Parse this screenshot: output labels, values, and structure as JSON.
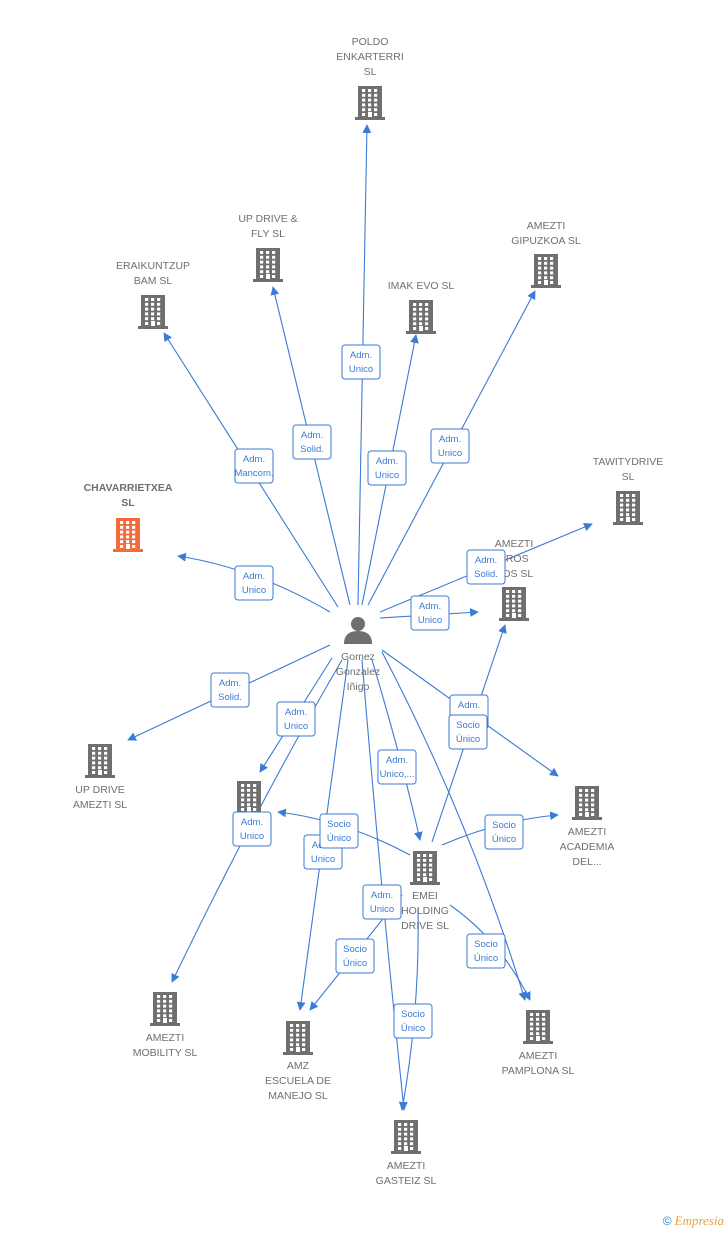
{
  "colors": {
    "edge": "#3a7bd5",
    "building": "#6f6f6f",
    "building_highlight": "#f26b3a",
    "person": "#6f6f6f"
  },
  "center": {
    "label": [
      "Gomez",
      "Gonzalez",
      "Iñigo"
    ],
    "icon": "person-icon"
  },
  "nodes": [
    {
      "id": "poldo",
      "label": [
        "POLDO",
        "ENKARTERRI",
        "SL"
      ]
    },
    {
      "id": "updrivefly",
      "label": [
        "UP DRIVE &",
        "FLY  SL"
      ]
    },
    {
      "id": "eraikuntzup",
      "label": [
        "ERAIKUNTZUP",
        "BAM  SL"
      ]
    },
    {
      "id": "imakevo",
      "label": [
        "IMAK EVO  SL"
      ]
    },
    {
      "id": "ameztigip",
      "label": [
        "AMEZTI",
        "GIPUZKOA  SL"
      ]
    },
    {
      "id": "tawity",
      "label": [
        "TAWITYDRIVE",
        "SL"
      ]
    },
    {
      "id": "chavarrietxea",
      "label": [
        "CHAVARRIETXEA",
        "SL"
      ],
      "highlight": true
    },
    {
      "id": "ameztitros",
      "label": [
        "AMEZTI",
        "TROS",
        "COS  SL"
      ]
    },
    {
      "id": "updriveamezti",
      "label": [
        "UP DRIVE",
        "AMEZTI  SL"
      ]
    },
    {
      "id": "ameztibiz",
      "label": [
        "A",
        "BIZ"
      ]
    },
    {
      "id": "ameztiacad",
      "label": [
        "AMEZTI",
        "ACADEMIA",
        "DEL..."
      ]
    },
    {
      "id": "emei",
      "label": [
        "EMEI",
        "HOLDING",
        "DRIVE  SL"
      ]
    },
    {
      "id": "mobility",
      "label": [
        "AMEZTI",
        "MOBILITY  SL"
      ]
    },
    {
      "id": "amz",
      "label": [
        "AMZ",
        "ESCUELA DE",
        "MANEJO  SL"
      ]
    },
    {
      "id": "pamplona",
      "label": [
        "AMEZTI",
        "PAMPLONA  SL"
      ]
    },
    {
      "id": "gasteiz",
      "label": [
        "AMEZTI",
        "GASTEIZ  SL"
      ]
    }
  ],
  "edges": [
    {
      "from": "center",
      "to": "poldo",
      "label": [
        "Adm.",
        "Unico"
      ]
    },
    {
      "from": "center",
      "to": "updrivefly",
      "label": [
        "Adm.",
        "Solid."
      ]
    },
    {
      "from": "center",
      "to": "eraikuntzup",
      "label": [
        "Adm.",
        "Mancom."
      ]
    },
    {
      "from": "center",
      "to": "imakevo",
      "label": [
        "Adm.",
        "Unico"
      ]
    },
    {
      "from": "center",
      "to": "ameztigip",
      "label": [
        "Adm.",
        "Unico"
      ]
    },
    {
      "from": "center",
      "to": "chavarrietxea",
      "label": [
        "Adm.",
        "Unico"
      ]
    },
    {
      "from": "center",
      "to": "tawity",
      "label": [
        "Adm.",
        "Solid."
      ]
    },
    {
      "from": "center",
      "to": "ameztitros",
      "label": [
        "Adm.",
        "Unico"
      ]
    },
    {
      "from": "center",
      "to": "updriveamezti",
      "label": [
        "Adm.",
        "Solid."
      ]
    },
    {
      "from": "center",
      "to": "ameztibiz",
      "label": [
        "Adm.",
        "Unico"
      ]
    },
    {
      "from": "center",
      "to": "ameztiacad",
      "label": [
        "Adm.",
        "Unico"
      ]
    },
    {
      "from": "center",
      "to": "emei",
      "label": [
        "Adm.",
        "Unico,..."
      ]
    },
    {
      "from": "center",
      "to": "mobility",
      "label": [
        "Adm.",
        "Unico"
      ]
    },
    {
      "from": "center",
      "to": "amz",
      "label": [
        "Adm.",
        "Unico"
      ]
    },
    {
      "from": "center",
      "to": "pamplona",
      "label": []
    },
    {
      "from": "center",
      "to": "gasteiz",
      "label": [
        "Adm.",
        "Unico"
      ]
    },
    {
      "from": "emei",
      "to": "ameztitros",
      "label": [
        "Socio",
        "Único"
      ]
    },
    {
      "from": "emei",
      "to": "ameztibiz",
      "label": [
        "Socio",
        "Único"
      ]
    },
    {
      "from": "emei",
      "to": "ameztiacad",
      "label": [
        "Socio",
        "Único"
      ]
    },
    {
      "from": "emei",
      "to": "amz",
      "label": [
        "Socio",
        "Único"
      ]
    },
    {
      "from": "emei",
      "to": "gasteiz",
      "label": [
        "Socio",
        "Único"
      ]
    },
    {
      "from": "emei",
      "to": "pamplona",
      "label": [
        "Socio",
        "Único"
      ]
    }
  ],
  "footer": {
    "copyright": "©",
    "brand": "Empresia"
  }
}
